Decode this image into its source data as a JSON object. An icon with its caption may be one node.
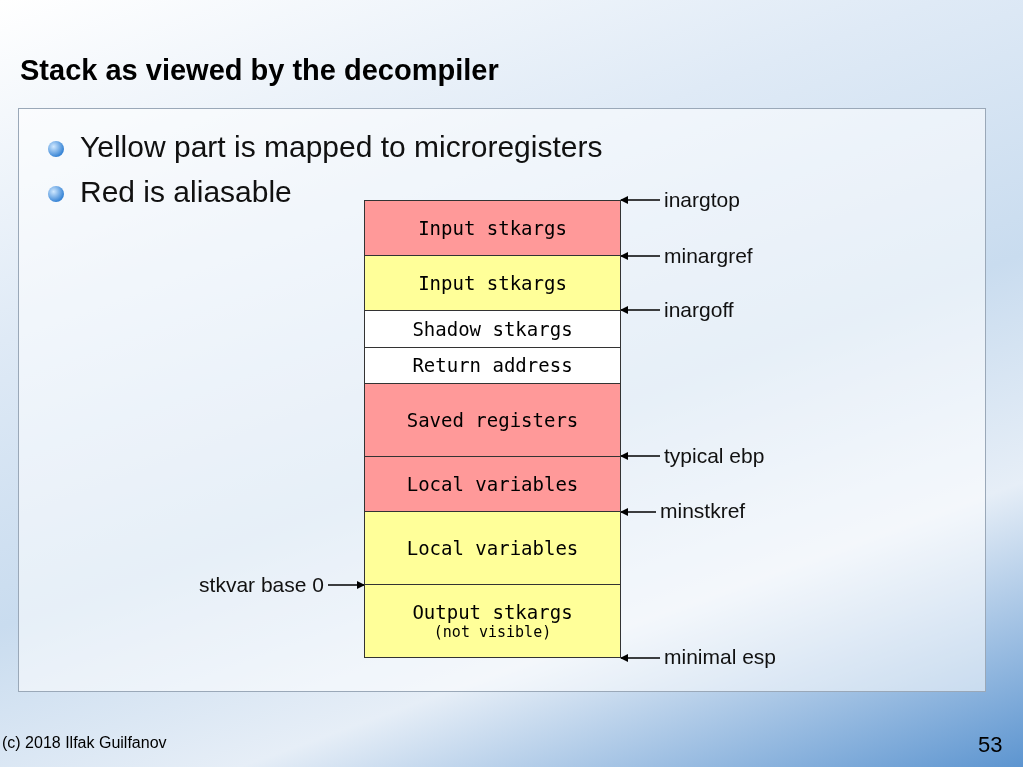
{
  "diagram": {
    "title": "Stack as viewed by the decompiler",
    "nodes": [
      {
        "text": [
          "Input stkargs"
        ]
      },
      {
        "text": [
          "Input stkargs"
        ]
      },
      {
        "text": [
          "Shadow stkargs"
        ]
      },
      {
        "text": [
          "Return address"
        ]
      },
      {
        "text": [
          "Saved registers"
        ]
      },
      {
        "text": [
          "Local variables"
        ]
      },
      {
        "text": [
          "Local variables"
        ]
      },
      {
        "text": [
          "Output stkargs",
          "(not visible)"
        ]
      },
      {
        "text": [
          "inargtop"
        ]
      },
      {
        "text": [
          "minargref"
        ]
      },
      {
        "text": [
          "inargoff"
        ]
      },
      {
        "text": [
          "typical ebp"
        ]
      },
      {
        "text": [
          "minstkref"
        ]
      },
      {
        "text": [
          "stkvar base 0"
        ]
      },
      {
        "text": [
          "minimal esp"
        ]
      }
    ],
    "edges": [
      {
        "from": 8,
        "to": 0,
        "arrow": "to"
      },
      {
        "from": 9,
        "to": 0,
        "arrow": "to"
      },
      {
        "from": 10,
        "to": 2,
        "arrow": "to"
      },
      {
        "from": 11,
        "to": 5,
        "arrow": "to"
      },
      {
        "from": 12,
        "to": 5,
        "arrow": "to"
      },
      {
        "from": 13,
        "to": 6,
        "arrow": "to"
      },
      {
        "from": 14,
        "to": 7,
        "arrow": "to"
      }
    ],
    "labels": [
      "Yellow part is mapped to microregisters",
      "Red is aliasable",
      "(c) 2018 Ilfak Guilfanov",
      "53"
    ]
  }
}
